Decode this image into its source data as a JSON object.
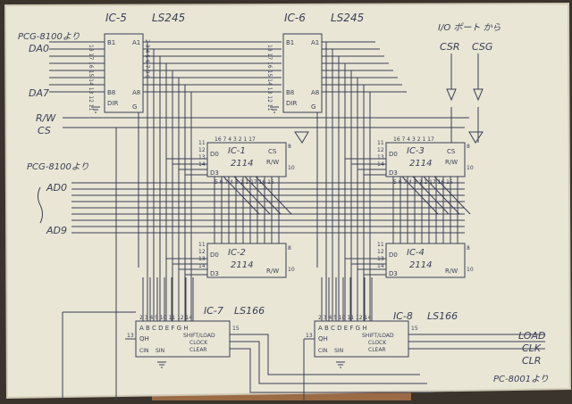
{
  "header": {
    "io_port": "I/O ポート から",
    "csr": "CSR",
    "csg": "CSG",
    "pcg_top": "PCG-8100より",
    "pcg_mid": "PCG-8100より",
    "pc_bottom": "PC-8001より"
  },
  "signals": {
    "da0": "DA0",
    "da7": "DA7",
    "rw": "R/W",
    "cs": "CS",
    "ad0": "AD0",
    "ad9": "AD9",
    "load": "LOAD",
    "clk": "CLK",
    "clr": "CLR"
  },
  "chips": [
    {
      "id": "ic5",
      "name": "IC-5",
      "part": "LS245",
      "pins_top": "B1",
      "pins_bot": "B8",
      "right_top": "A1",
      "right_bot": "A8",
      "dir": "DIR",
      "g": "G"
    },
    {
      "id": "ic6",
      "name": "IC-6",
      "part": "LS245",
      "pins_top": "B1",
      "pins_bot": "B8",
      "right_top": "A1",
      "right_bot": "A8",
      "dir": "DIR",
      "g": "G"
    },
    {
      "id": "ic1",
      "name": "IC-1",
      "part": "2114",
      "cs": "CS",
      "rw": "R/W",
      "d0": "D0",
      "d3": "D3"
    },
    {
      "id": "ic2",
      "name": "IC-2",
      "part": "2114",
      "rw": "R/W",
      "d0": "D0",
      "d3": "D3"
    },
    {
      "id": "ic3",
      "name": "IC-3",
      "part": "2114",
      "cs": "CS",
      "rw": "R/W",
      "d0": "D0",
      "d3": "D3"
    },
    {
      "id": "ic4",
      "name": "IC-4",
      "part": "2114",
      "rw": "R/W",
      "d0": "D0",
      "d3": "D3"
    },
    {
      "id": "ic7",
      "name": "IC-7",
      "part": "LS166",
      "inputs": "A B C D E F G H",
      "qh": "QH",
      "cin": "CIN",
      "sin": "SIN",
      "shift": "SHIFT/LOAD",
      "clock": "CLOCK",
      "clear": "CLEAR"
    },
    {
      "id": "ic8",
      "name": "IC-8",
      "part": "LS166",
      "inputs": "A B C D E F G H",
      "qh": "QH",
      "cin": "CIN",
      "sin": "SIN",
      "shift": "SHIFT/LOAD",
      "clock": "CLOCK",
      "clear": "CLEAR"
    }
  ],
  "pin_numbers": {
    "ic5_left": "18 17 16 15 14 13 12 11",
    "ic5_right": "2 3 4 5 6 7 8 9",
    "ic6_left": "18 17 16 15 14 13 12 11",
    "ic1_top": "16 7 4 3 2 1 17",
    "ic1_bottom": "5 6 7 4 3 2 1 17 16 15",
    "ic3_top": "16 7 4 3 2 1 17",
    "ic3_bottom": "5 6 7 4 3 2 1 17 16 15",
    "ic7_top": "2 3 4 5 10 11 12 14",
    "ic8_top": "2 3 4 5 10 11 12 14",
    "ic7_pin13": "13",
    "ic8_pin13": "13",
    "ic7_pin15": "15",
    "ic8_pin15": "15",
    "ic1_p11": "11",
    "ic1_p12": "12",
    "ic1_p13": "13",
    "ic1_p14": "14",
    "ic1_p8": "8",
    "ic1_p10": "10",
    "ic2_p11": "11",
    "ic2_p12": "12",
    "ic2_p13": "13",
    "ic2_p14": "14",
    "ic2_p8": "8",
    "ic2_p10": "10",
    "ic3_p11": "11",
    "ic3_p12": "12",
    "ic3_p13": "13",
    "ic3_p14": "14",
    "ic3_p8": "8",
    "ic3_p10": "10",
    "ic4_p11": "11",
    "ic4_p12": "12",
    "ic4_p13": "13",
    "ic4_p14": "14",
    "ic4_p8": "8",
    "ic4_p10": "10"
  },
  "colors": {
    "paper": "#e9e6d6",
    "ink": "#3b3f55",
    "background": "#3a342c",
    "table_edge": "#9b6b45"
  }
}
